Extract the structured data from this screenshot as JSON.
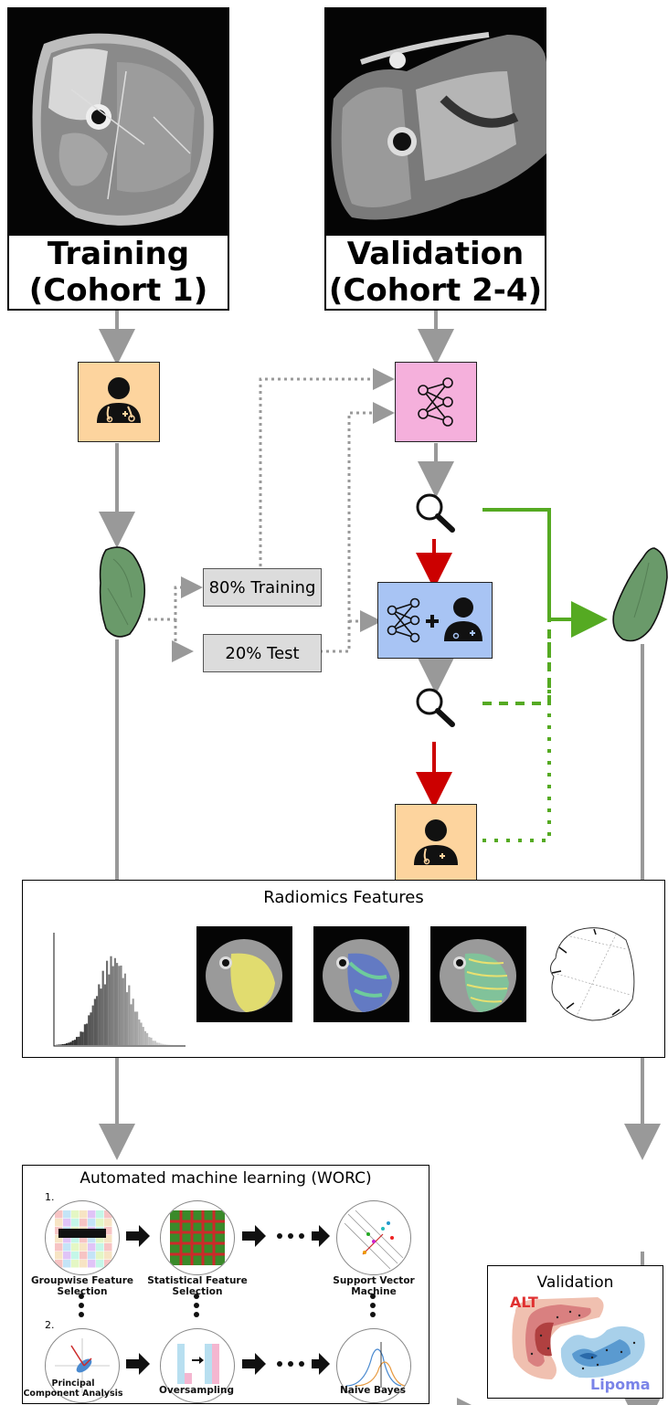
{
  "cohorts": {
    "training_line1": "Training",
    "training_line2": "(Cohort 1)",
    "validation_line1": "Validation",
    "validation_line2": "(Cohort 2-4)"
  },
  "split": {
    "training_label": "80% Training",
    "test_label": "20% Test"
  },
  "radiomics": {
    "title": "Radiomics Features"
  },
  "automl": {
    "title": "Automated machine learning (WORC)",
    "row1_number": "1.",
    "row2_number": "2.",
    "row1_labels": [
      "Groupwise Feature Selection",
      "Statistical Feature Selection",
      "Support Vector Machine"
    ],
    "row2_labels": [
      "Principal Component Analysis",
      "Oversampling",
      "Naive Bayes"
    ]
  },
  "validation_panel": {
    "title": "Validation",
    "class_a": "ALT",
    "class_b": "Lipoma"
  },
  "colors": {
    "gray_arrow": "#999999",
    "red_arrow": "#cc0000",
    "green_arrow": "#55aa22",
    "radiologist_box": "#fdd49e",
    "ai_box": "#f5b0dc",
    "combo_box": "#a8c4f4",
    "segmentation": "#6a9a6a"
  },
  "icons": [
    "radiologist-icon",
    "neural-network-icon",
    "magnifier-icon",
    "segmentation-mesh-icon"
  ]
}
